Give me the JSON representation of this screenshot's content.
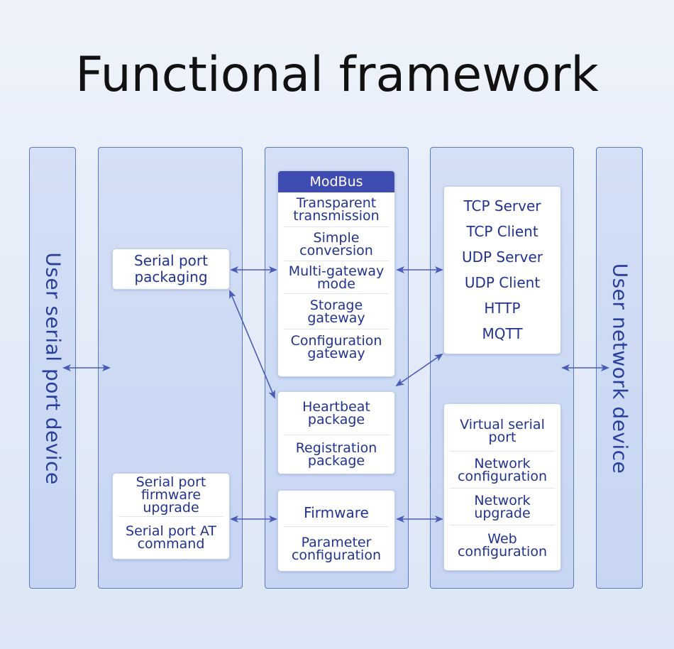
{
  "title": "Functional framework",
  "left_device": "User serial port device",
  "right_device": "User network device",
  "serial_packaging": "Serial port packaging",
  "serial_upgrade": [
    "Serial port firmware upgrade",
    "Serial port AT command"
  ],
  "modbus": {
    "header": "ModBus",
    "items": [
      "Transparent transmission",
      "Simple conversion",
      "Multi-gateway mode",
      "Storage gateway",
      "Configuration gateway"
    ]
  },
  "heartbeat": [
    "Heartbeat package",
    "Registration package"
  ],
  "firmware": [
    "Firmware",
    "Parameter configuration"
  ],
  "protocols": [
    "TCP Server",
    "TCP Client",
    "UDP Server",
    "UDP Client",
    "HTTP",
    "MQTT"
  ],
  "network_features": [
    "Virtual serial port",
    "Network configuration",
    "Network upgrade",
    "Web configuration"
  ],
  "colors": {
    "accent": "#3f4db3",
    "arrow": "#4b5cb8",
    "column_border": "#5b78c7"
  }
}
